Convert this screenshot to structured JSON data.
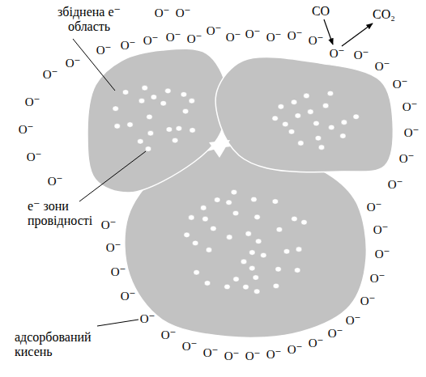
{
  "diagram": {
    "labels": [
      "збіднена e⁻ область",
      "e⁻ зони провідності",
      "адсорбований кисень",
      "CO",
      "CO₂",
      "O⁻",
      "O⁻",
      "O⁻",
      "O⁻",
      "O⁻",
      "O⁻",
      "O⁻",
      "O⁻",
      "O⁻",
      "O⁻",
      "O⁻",
      "O⁻",
      "O⁻",
      "O⁻",
      "O⁻",
      "O⁻",
      "O⁻",
      "O⁻",
      "O⁻",
      "O⁻",
      "O⁻",
      "O⁻",
      "O⁻",
      "O⁻",
      "O⁻",
      "O⁻",
      "O⁻",
      "O⁻",
      "O⁻",
      "O⁻",
      "O⁻",
      "O⁻",
      "O⁻",
      "O⁻",
      "O⁻",
      "O⁻",
      "O⁻",
      "O⁻",
      "O⁻",
      "O⁻",
      "O⁻",
      "O⁻",
      "O⁻",
      "O⁻",
      "O⁻",
      "O⁻",
      "O⁻"
    ]
  }
}
